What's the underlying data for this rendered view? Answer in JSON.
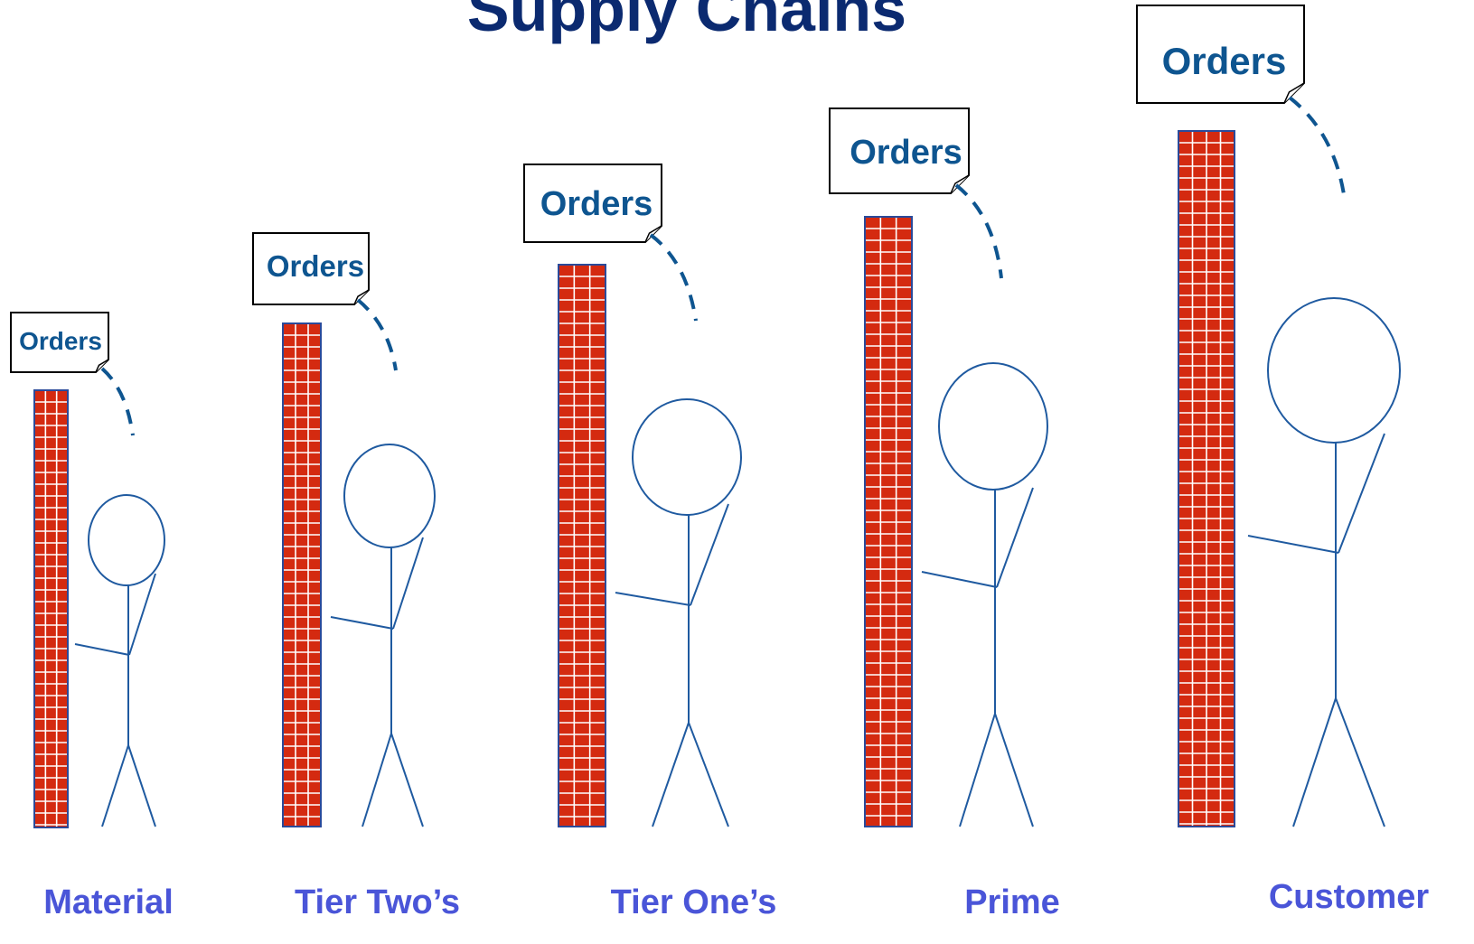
{
  "title": "Supply Chains",
  "colors": {
    "title": "#0b2a70",
    "orders_text": "#0e5590",
    "role_text": "#4a55d8",
    "stick_figure": "#1f5aa0",
    "pillar_fill": "#d42a10",
    "pillar_grid": "#ffffff",
    "pillar_border": "#2a4a9a",
    "dashed_line": "#0e5590"
  },
  "stages": [
    {
      "role": "Material",
      "note_label": "Orders"
    },
    {
      "role": "Tier Two’s",
      "note_label": "Orders"
    },
    {
      "role": "Tier One’s",
      "note_label": "Orders"
    },
    {
      "role": "Prime",
      "note_label": "Orders"
    },
    {
      "role": "Customer",
      "note_label": "Orders"
    }
  ]
}
